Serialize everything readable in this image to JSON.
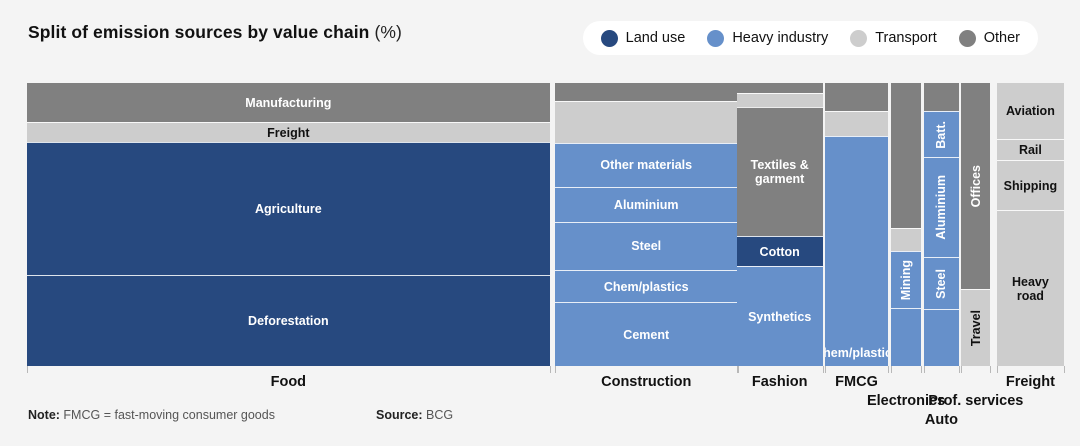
{
  "header": {
    "title_bold": "Split of emission sources by value chain",
    "title_light": "(%)"
  },
  "legend": {
    "items": [
      {
        "label": "Land use",
        "color": "#27497f",
        "key": "land_use"
      },
      {
        "label": "Heavy industry",
        "color": "#6690ca",
        "key": "heavy_industry"
      },
      {
        "label": "Transport",
        "color": "#cdcdcd",
        "key": "transport"
      },
      {
        "label": "Other",
        "color": "#808080",
        "key": "other"
      }
    ]
  },
  "footer": {
    "note_label": "Note:",
    "note_text": " FMCG = fast-moving consumer goods",
    "source_label": "Source:",
    "source_text": " BCG"
  },
  "chart_data": {
    "type": "bar",
    "subtype": "marimekko",
    "title": "Split of emission sources by value chain (%)",
    "xlabel": "",
    "ylabel": "",
    "unit": "%",
    "grid": false,
    "legend_position": "top-right",
    "categories_note": "Column widths = share of total emissions; segment heights = share within column",
    "palette": {
      "land_use": "#27497f",
      "heavy_industry": "#6690ca",
      "transport": "#cdcdcd",
      "other": "#808080"
    },
    "columns": [
      {
        "name": "Food",
        "label": "Food",
        "label_row": 0,
        "x_pct": 0.0,
        "width_pct": 51.7,
        "segments": [
          {
            "label": "Manufacturing",
            "category": "other",
            "start_pct": 0.0,
            "height_pct": 13.8,
            "text_color": "#ffffff",
            "orientation": "h"
          },
          {
            "label": "Freight",
            "category": "transport",
            "start_pct": 13.8,
            "height_pct": 7.1,
            "text_color": "#111111",
            "orientation": "h"
          },
          {
            "label": "Agriculture",
            "category": "land_use",
            "start_pct": 20.9,
            "height_pct": 47.0,
            "text_color": "#ffffff",
            "orientation": "h"
          },
          {
            "label": "Deforestation",
            "category": "land_use",
            "start_pct": 67.9,
            "height_pct": 32.1,
            "text_color": "#ffffff",
            "orientation": "h"
          }
        ]
      },
      {
        "name": "Construction",
        "label": "Construction",
        "label_row": 0,
        "x_pct": 52.2,
        "width_pct": 18.1,
        "segments": [
          {
            "label": "",
            "category": "other",
            "start_pct": 0.0,
            "height_pct": 6.4,
            "text_color": "#ffffff",
            "orientation": "h"
          },
          {
            "label": "",
            "category": "transport",
            "start_pct": 6.4,
            "height_pct": 14.8,
            "text_color": "#111111",
            "orientation": "h"
          },
          {
            "label": "Other materials",
            "category": "heavy_industry",
            "start_pct": 21.2,
            "height_pct": 15.5,
            "text_color": "#ffffff",
            "orientation": "h"
          },
          {
            "label": "Aluminium",
            "category": "heavy_industry",
            "start_pct": 36.7,
            "height_pct": 12.4,
            "text_color": "#ffffff",
            "orientation": "h"
          },
          {
            "label": "Steel",
            "category": "heavy_industry",
            "start_pct": 49.1,
            "height_pct": 17.0,
            "text_color": "#ffffff",
            "orientation": "h"
          },
          {
            "label": "Chem/plastics",
            "category": "heavy_industry",
            "start_pct": 66.1,
            "height_pct": 11.3,
            "text_color": "#ffffff",
            "orientation": "h"
          },
          {
            "label": "Cement",
            "category": "heavy_industry",
            "start_pct": 77.4,
            "height_pct": 22.6,
            "text_color": "#ffffff",
            "orientation": "h"
          }
        ]
      },
      {
        "name": "Fashion",
        "label": "Fashion",
        "label_row": 0,
        "x_pct": 70.2,
        "width_pct": 8.5,
        "segments": [
          {
            "label": "",
            "category": "other",
            "start_pct": 0.0,
            "height_pct": 3.5,
            "text_color": "#ffffff",
            "orientation": "h"
          },
          {
            "label": "",
            "category": "transport",
            "start_pct": 3.5,
            "height_pct": 5.0,
            "text_color": "#111111",
            "orientation": "h"
          },
          {
            "label": "Textiles &\ngarment",
            "category": "other",
            "start_pct": 8.5,
            "height_pct": 45.6,
            "text_color": "#ffffff",
            "orientation": "h"
          },
          {
            "label": "Cotton",
            "category": "land_use",
            "start_pct": 54.1,
            "height_pct": 10.6,
            "text_color": "#ffffff",
            "orientation": "h"
          },
          {
            "label": "Synthetics",
            "category": "heavy_industry",
            "start_pct": 64.7,
            "height_pct": 35.3,
            "text_color": "#ffffff",
            "orientation": "h"
          }
        ]
      },
      {
        "name": "FMCG",
        "label": "FMCG",
        "label_row": 0,
        "x_pct": 78.9,
        "width_pct": 6.3,
        "segments": [
          {
            "label": "",
            "category": "other",
            "start_pct": 0.0,
            "height_pct": 9.9,
            "text_color": "#ffffff",
            "orientation": "h"
          },
          {
            "label": "",
            "category": "transport",
            "start_pct": 9.9,
            "height_pct": 8.8,
            "text_color": "#111111",
            "orientation": "h"
          },
          {
            "label": "Chem/plastics",
            "category": "heavy_industry",
            "start_pct": 18.7,
            "height_pct": 81.3,
            "text_color": "#ffffff",
            "orientation": "h",
            "label_align": "bottom"
          }
        ]
      },
      {
        "name": "Electronics",
        "label": "Electronics",
        "label_row": 1,
        "x_pct": 85.5,
        "width_pct": 2.9,
        "segments": [
          {
            "label": "",
            "category": "other",
            "start_pct": 0.0,
            "height_pct": 51.2,
            "text_color": "#ffffff",
            "orientation": "h"
          },
          {
            "label": "",
            "category": "transport",
            "start_pct": 51.2,
            "height_pct": 8.1,
            "text_color": "#111111",
            "orientation": "h"
          },
          {
            "label": "Mining",
            "category": "heavy_industry",
            "start_pct": 59.3,
            "height_pct": 20.1,
            "text_color": "#ffffff",
            "orientation": "v"
          },
          {
            "label": "",
            "category": "heavy_industry",
            "start_pct": 79.4,
            "height_pct": 20.6,
            "text_color": "#ffffff",
            "orientation": "h"
          }
        ]
      },
      {
        "name": "Auto",
        "label": "Auto",
        "label_row": 2,
        "x_pct": 88.7,
        "width_pct": 3.5,
        "segments": [
          {
            "label": "",
            "category": "other",
            "start_pct": 0.0,
            "height_pct": 9.9,
            "text_color": "#ffffff",
            "orientation": "h"
          },
          {
            "label": "Batt.",
            "category": "heavy_industry",
            "start_pct": 9.9,
            "height_pct": 16.3,
            "text_color": "#ffffff",
            "orientation": "v"
          },
          {
            "label": "Aluminium",
            "category": "heavy_industry",
            "start_pct": 26.2,
            "height_pct": 35.3,
            "text_color": "#ffffff",
            "orientation": "v"
          },
          {
            "label": "Steel",
            "category": "heavy_industry",
            "start_pct": 61.5,
            "height_pct": 18.4,
            "text_color": "#ffffff",
            "orientation": "v"
          },
          {
            "label": "",
            "category": "heavy_industry",
            "start_pct": 79.9,
            "height_pct": 20.1,
            "text_color": "#ffffff",
            "orientation": "h"
          }
        ]
      },
      {
        "name": "Prof. services",
        "label": "Prof. services",
        "label_row": 1,
        "x_pct": 92.4,
        "width_pct": 2.9,
        "segments": [
          {
            "label": "Offices",
            "category": "other",
            "start_pct": 0.0,
            "height_pct": 72.8,
            "text_color": "#ffffff",
            "orientation": "v"
          },
          {
            "label": "Travel",
            "category": "transport",
            "start_pct": 72.8,
            "height_pct": 27.2,
            "text_color": "#111111",
            "orientation": "v"
          }
        ]
      },
      {
        "name": "Freight",
        "label": "Freight",
        "label_row": 0,
        "x_pct": 95.9,
        "width_pct": 6.7,
        "segments": [
          {
            "label": "Aviation",
            "category": "transport",
            "start_pct": 0.0,
            "height_pct": 19.8,
            "text_color": "#111111",
            "orientation": "h"
          },
          {
            "label": "Rail",
            "category": "transport",
            "start_pct": 19.8,
            "height_pct": 7.4,
            "text_color": "#111111",
            "orientation": "h"
          },
          {
            "label": "Shipping",
            "category": "transport",
            "start_pct": 27.2,
            "height_pct": 17.7,
            "text_color": "#111111",
            "orientation": "h"
          },
          {
            "label": "Heavy\nroad",
            "category": "transport",
            "start_pct": 44.9,
            "height_pct": 55.1,
            "text_color": "#111111",
            "orientation": "h"
          }
        ]
      }
    ]
  }
}
